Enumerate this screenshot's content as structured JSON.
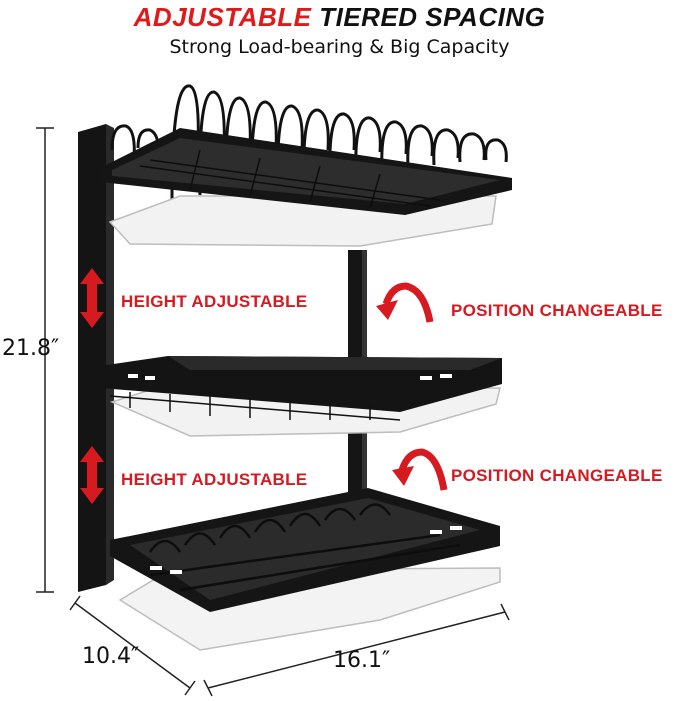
{
  "header": {
    "title_red": "ADJUSTABLE",
    "title_black": " TIERED SPACING",
    "subtitle": "Strong Load-bearing & Big Capacity"
  },
  "callouts": {
    "height_top": "HEIGHT ADJUSTABLE",
    "position_top": "POSITION CHANGEABLE",
    "height_bottom": "HEIGHT ADJUSTABLE",
    "position_bottom": "POSITION CHANGEABLE"
  },
  "dimensions": {
    "height": "21.8″",
    "depth": "10.4″",
    "width": "16.1″"
  },
  "colors": {
    "accent_red": "#d71920",
    "rack_black": "#111111"
  }
}
